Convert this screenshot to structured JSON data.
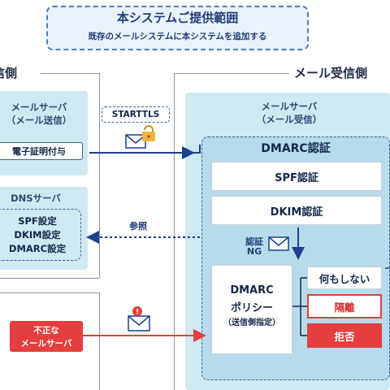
{
  "banner": {
    "title": "本システムご提供範囲",
    "subtitle": "既存のメールシステムに本システムを追加する"
  },
  "sender_side": {
    "title": "送信側",
    "mail_server": {
      "title_line1": "メールサーバ",
      "title_line2": "（メール送信）",
      "signature_label": "電子証明付与"
    },
    "dns_server": {
      "title": "DNSサーバ",
      "records": [
        "SPF設定",
        "DKIM設定",
        "DMARC設定"
      ]
    },
    "bad_server": {
      "line1": "不正な",
      "line2": "メールサーバ"
    }
  },
  "receiver_side": {
    "title": "メール受信側",
    "mail_server": {
      "title_line1": "メールサーバ",
      "title_line2": "（メール受信）"
    },
    "dmarc_title": "DMARC認証",
    "checks": [
      "SPF認証",
      "DKIM認証"
    ],
    "ng_label_line1": "認証",
    "ng_label_line2": "NG",
    "policy": {
      "line1": "DMARC",
      "line2": "ポリシー",
      "line3": "（送信側指定）"
    },
    "actions": [
      "何もしない",
      "隔離",
      "拒否"
    ]
  },
  "arrows": {
    "starttls_label": "STARTTLS",
    "reference_label": "参照"
  },
  "colors": {
    "navy": "#1d3f8c",
    "red": "#e53e3e",
    "panel": "#cfe9f2",
    "dark_red": "#d72b2b"
  },
  "icons": [
    "envelope-icon",
    "padlock-icon",
    "warning-envelope-icon"
  ]
}
